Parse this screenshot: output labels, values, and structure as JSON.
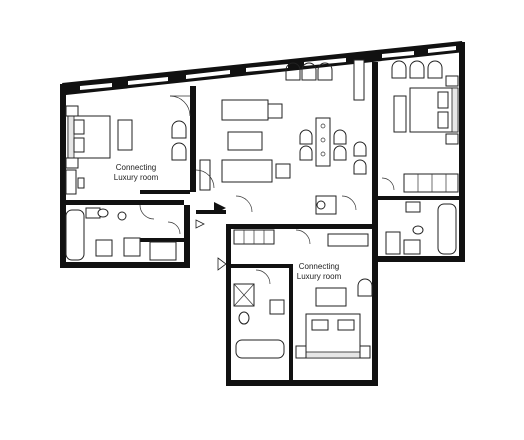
{
  "floorplan": {
    "rooms": [
      {
        "id": "left-bedroom",
        "line1": "Connecting",
        "line2": "Luxury room"
      },
      {
        "id": "bottom-bedroom",
        "line1": "Connecting",
        "line2": "Luxury room"
      }
    ]
  }
}
